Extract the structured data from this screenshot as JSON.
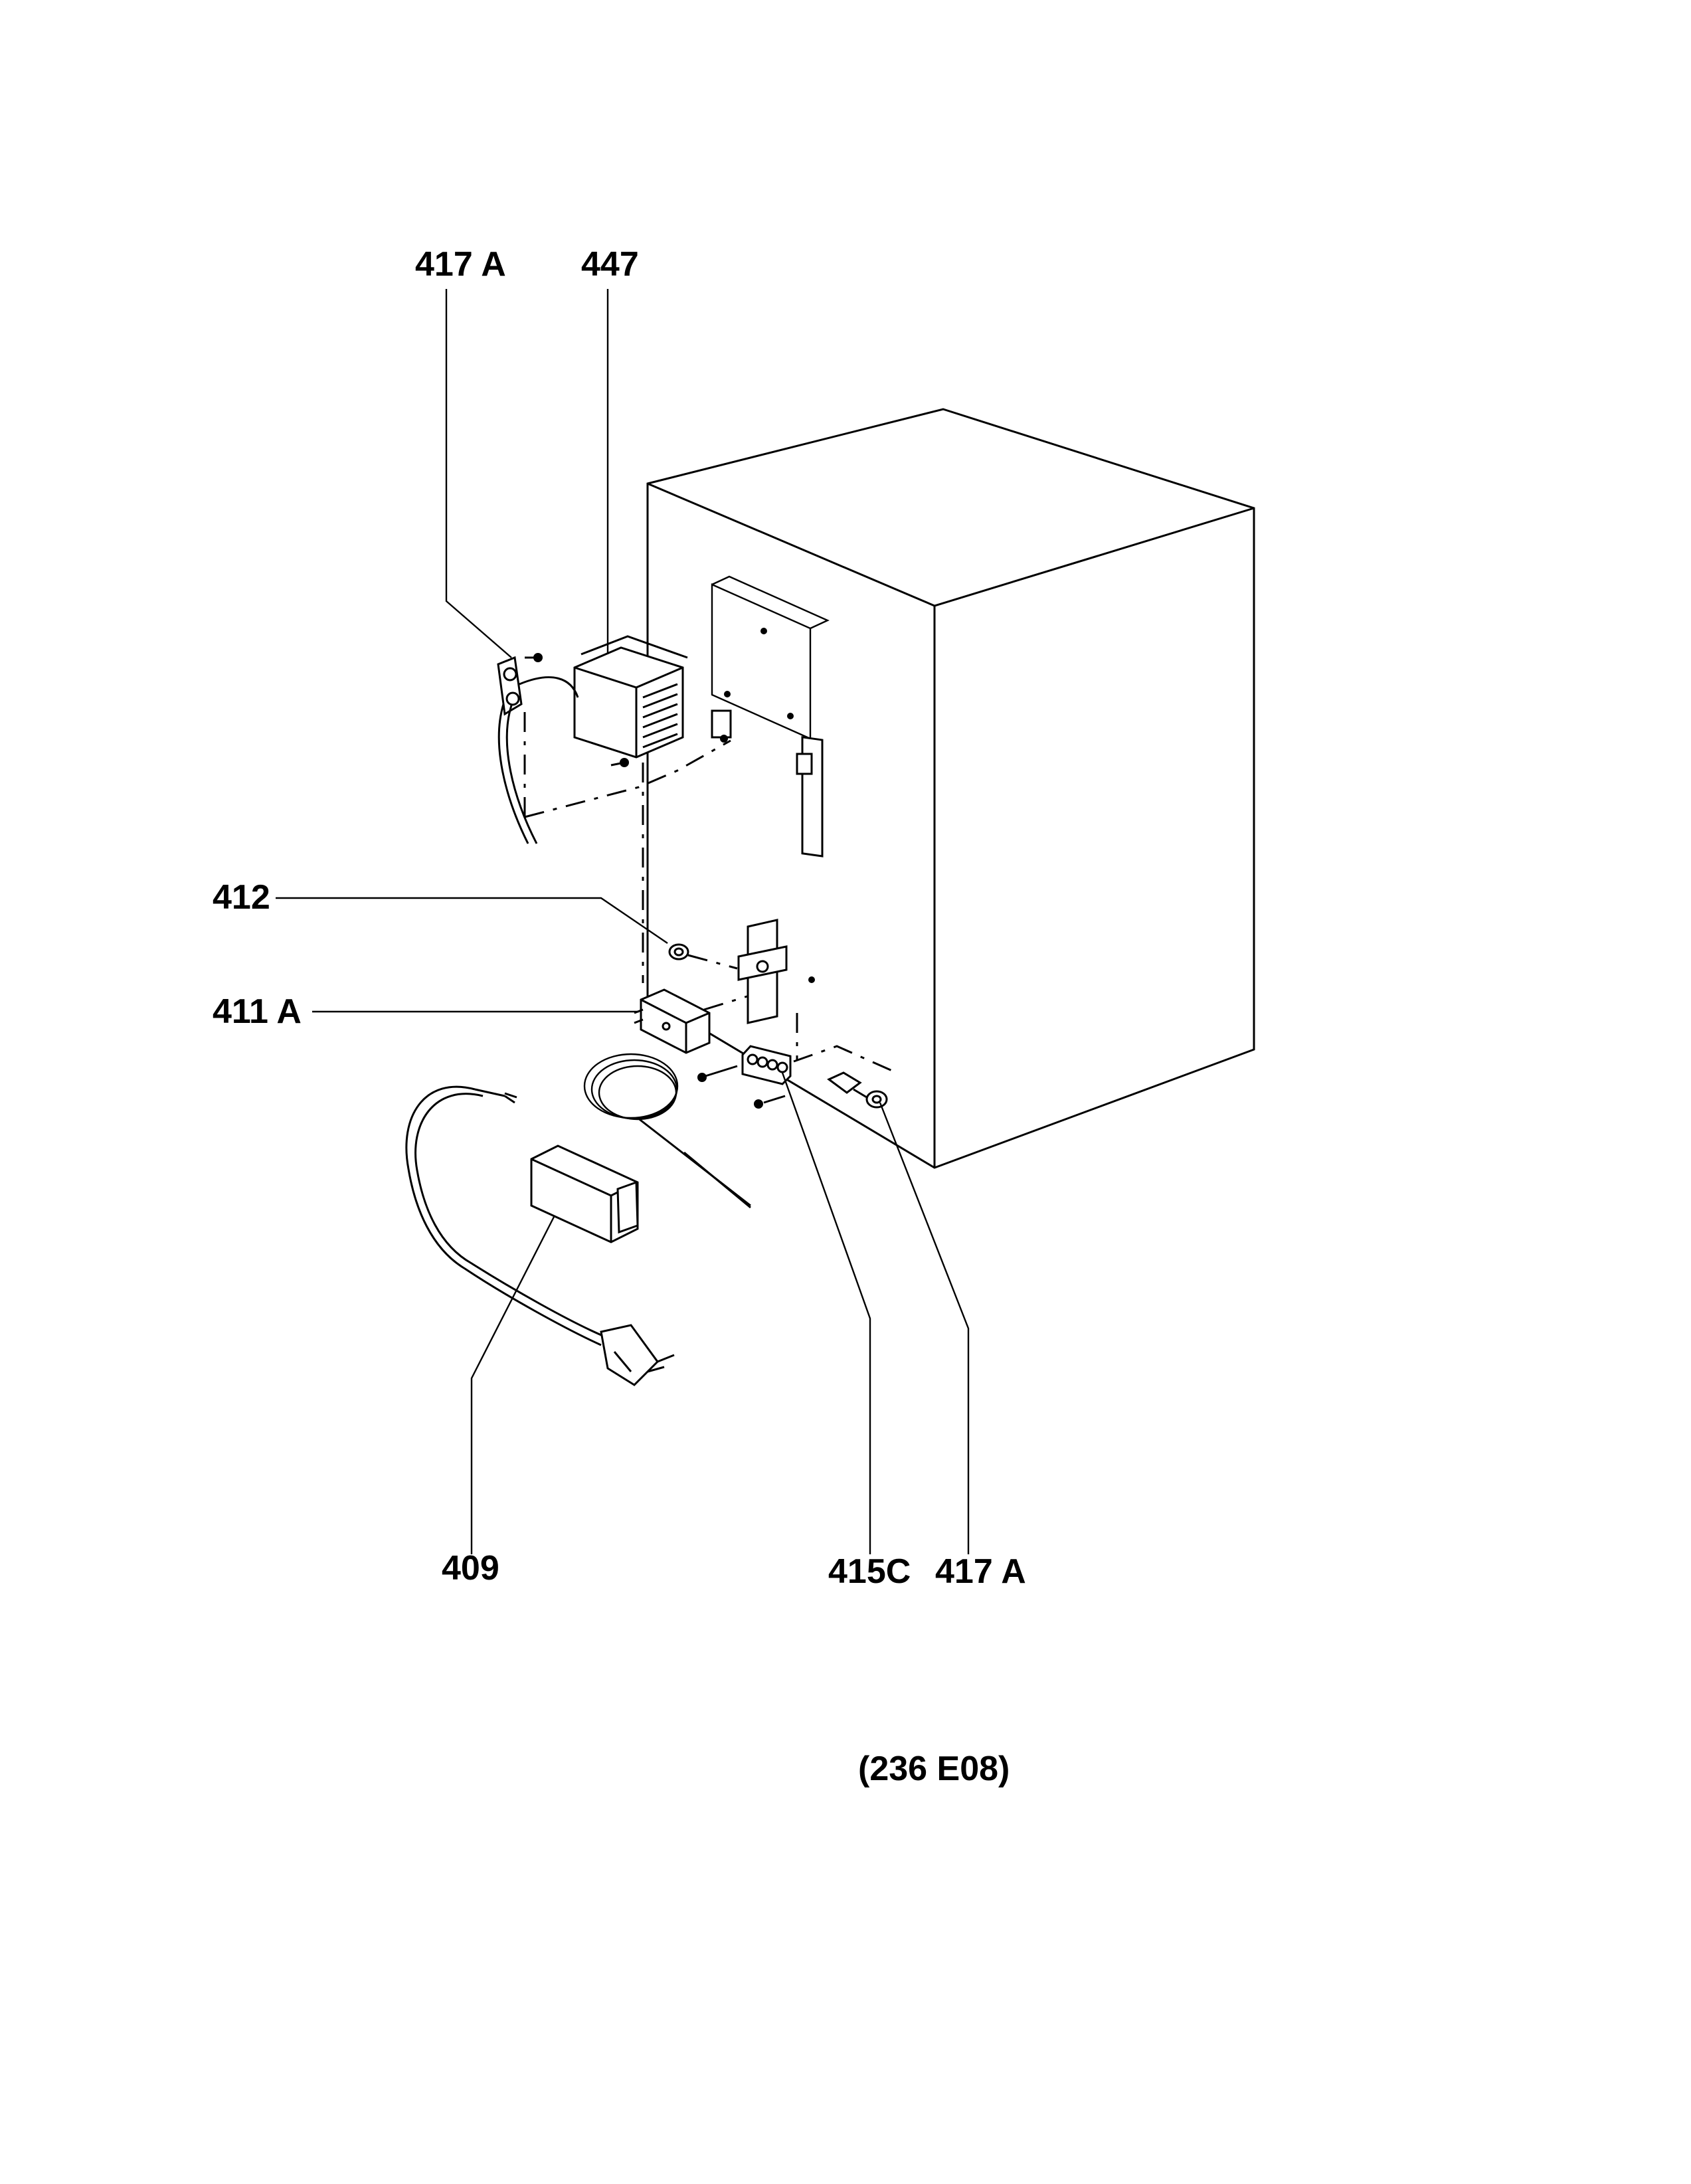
{
  "labels": {
    "top_left": "417 A",
    "top_right": "447",
    "mid_upper": "412",
    "mid_lower": "411 A",
    "bottom_left": "409",
    "bottom_mid": "415C",
    "bottom_right": "417 A"
  },
  "reference_code": "(236 E08)"
}
